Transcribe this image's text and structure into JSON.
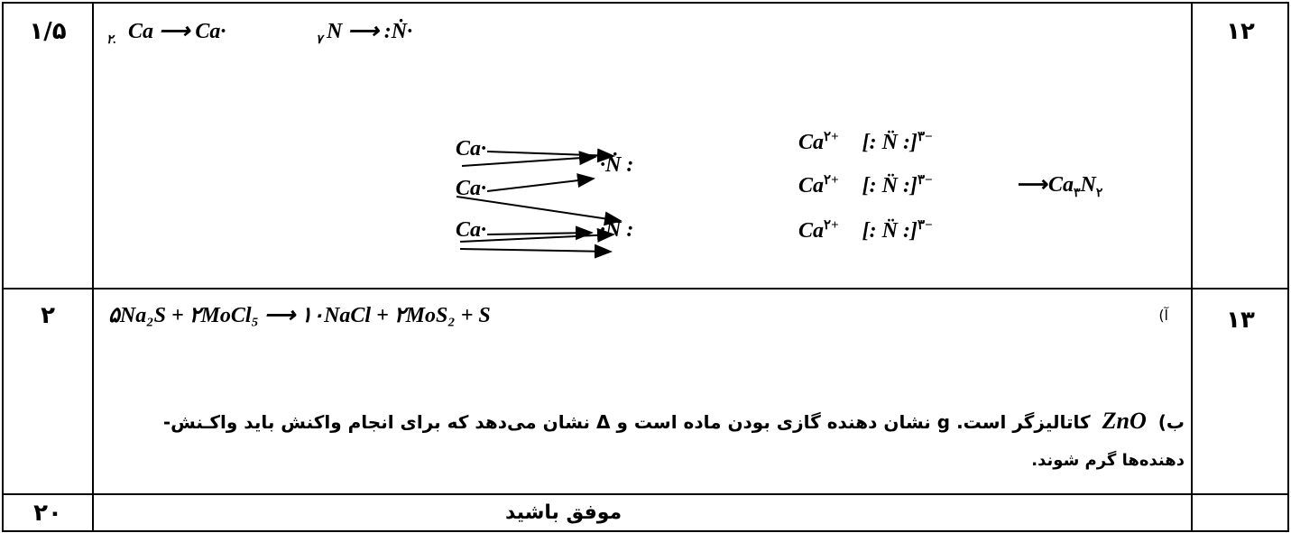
{
  "rows": [
    {
      "score": "۱/۵",
      "qnum": "۱۲",
      "line1_a": "۲.",
      "line1_b": "Ca  ⟶ Ca·",
      "line1_c": "۷",
      "line1_d": "N ⟶ :Ṅ·",
      "left_species": [
        "Ca·",
        "Ca·",
        "Ca·"
      ],
      "n_species": [
        "·Ṅ :",
        "·Ṅ :"
      ],
      "ions": [
        "Ca",
        "Ca",
        "Ca"
      ],
      "ion_charge": "۲+",
      "anion": "[: N̈ :]",
      "anion_charge": "۳−",
      "product_arrow": "⟶",
      "product": "Ca",
      "product_sub1": "۳",
      "product_n": "N",
      "product_sub2": "۲"
    },
    {
      "score": "۲",
      "qnum": "۱۳",
      "part_a_label": "آ)",
      "equation": "۵Na₂S + ۲MoCl₅ ⟶ ۱۰NaCl + ۲MoS₂ + S",
      "part_b_label": "ب)",
      "part_b_formula": "ZnO",
      "part_b_text1": "کاتالیزگر است. g نشان دهنده گازی بودن ماده است و Δ نشان می‌دهد که برای انجام واکنش باید واکـنش-",
      "part_b_text2": "دهنده‌ها گرم شوند."
    },
    {
      "score": "۲۰",
      "message": "موفق باشید"
    }
  ]
}
